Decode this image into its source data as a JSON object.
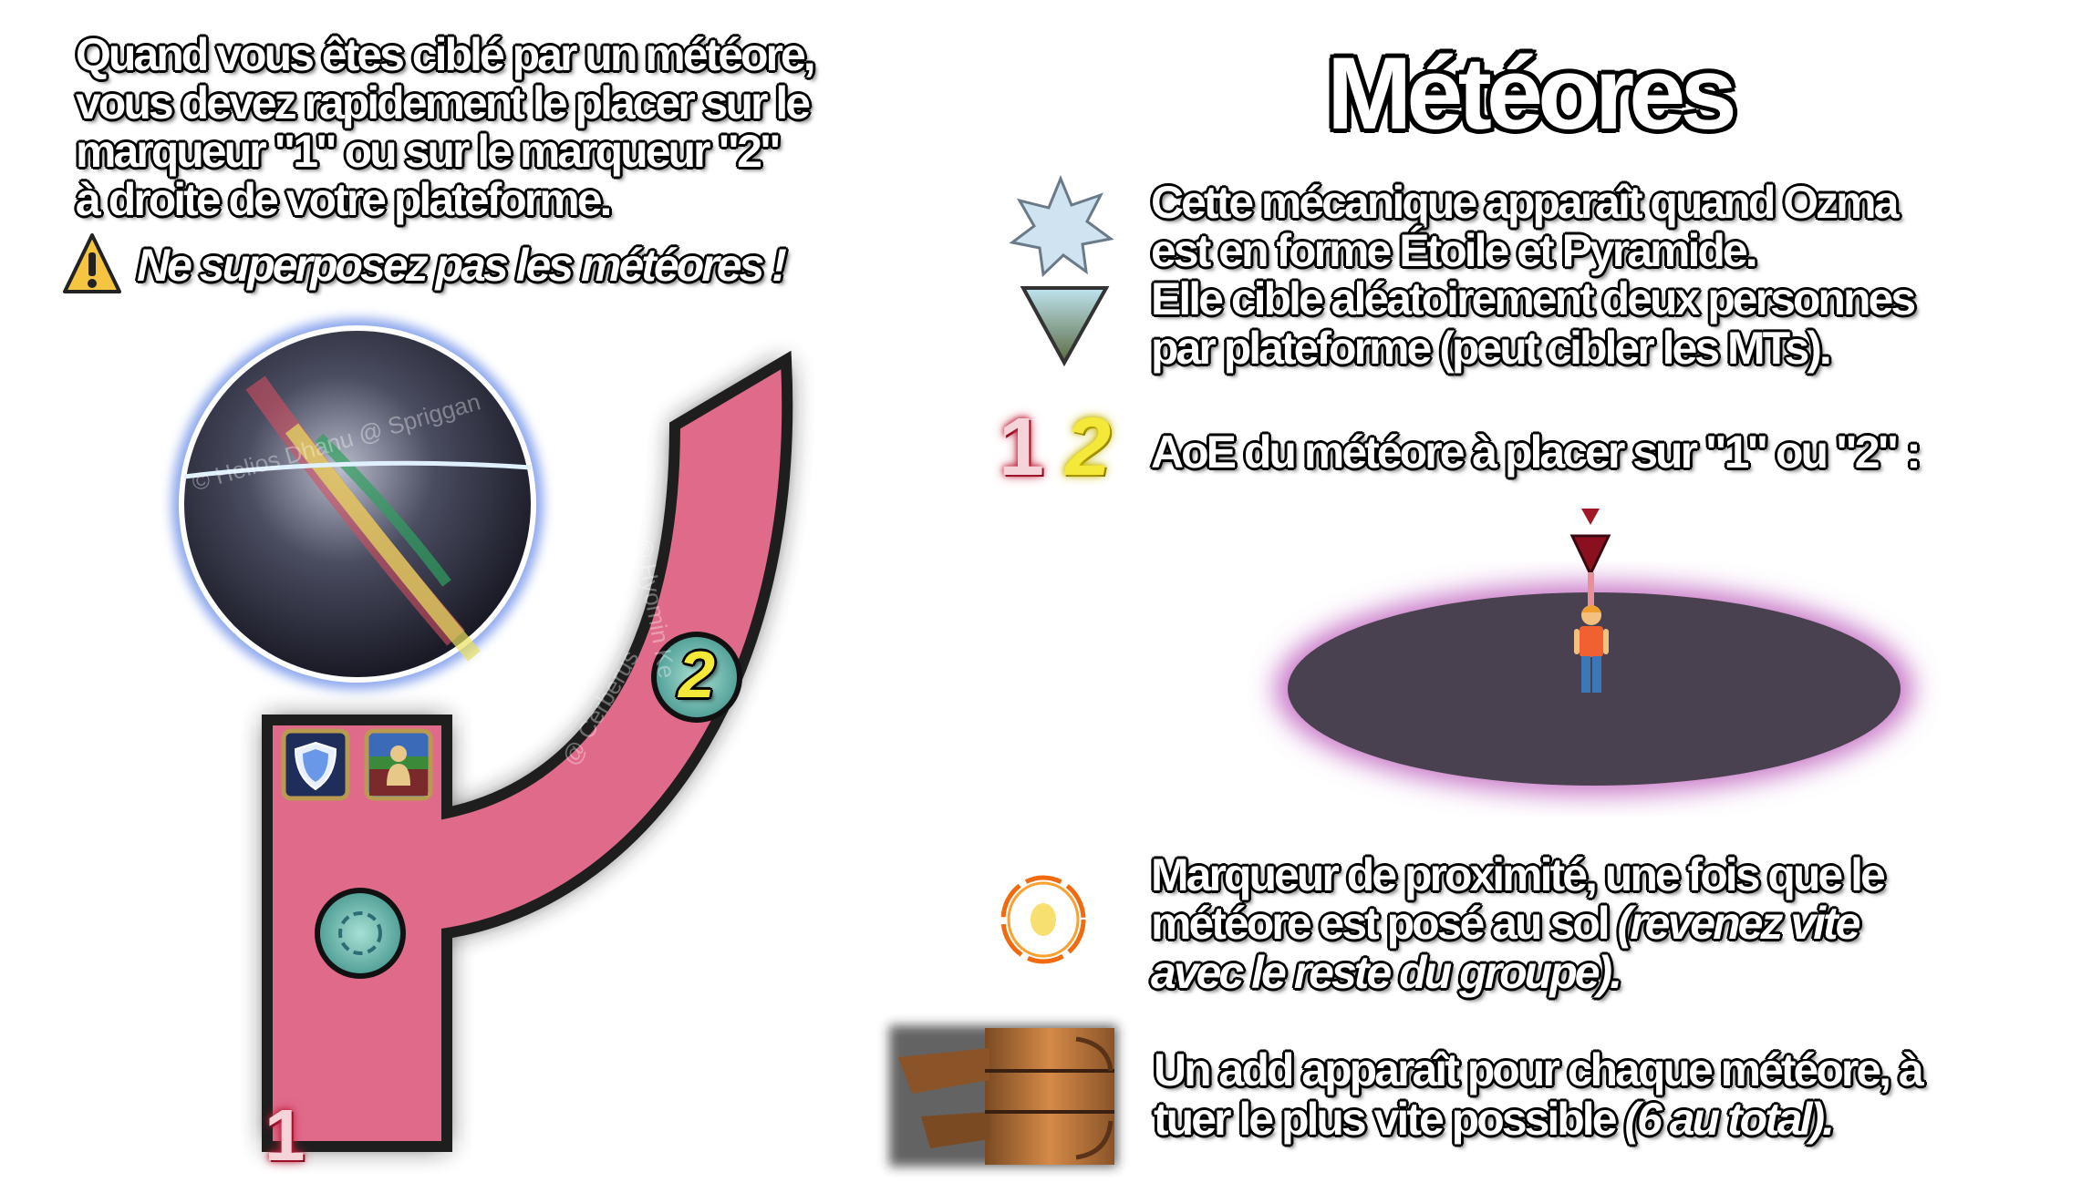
{
  "title": "Météores",
  "intro": {
    "lines": [
      "Quand vous êtes ciblé par un météore,",
      "vous devez rapidement le placer sur le",
      "marqueur \"1\" ou sur le marqueur \"2\"",
      "à droite de votre plateforme."
    ],
    "warning": "Ne superposez pas les météores !",
    "warning_icon": "warning-triangle-icon"
  },
  "mechanic": {
    "lines": [
      "Cette mécanique apparaît quand Ozma",
      "est en forme Étoile et Pyramide.",
      "Elle cible aléatoirement deux personnes",
      "par plateforme (peut cibler les MTs)."
    ],
    "icons": [
      "ozma-star-form-icon",
      "ozma-pyramid-form-icon"
    ]
  },
  "aoe": {
    "text": "AoE du météore à placer sur \"1\" ou \"2\" :",
    "marker_1": "1",
    "marker_2": "2"
  },
  "proximity": {
    "line1": "Marqueur de proximité, une fois que le",
    "line2_normal": "météore est posé au sol ",
    "line2_italic": "(revenez vite",
    "line3_italic": "avec le reste du groupe)."
  },
  "add": {
    "line1": "Un add apparaît pour chaque météore, à",
    "line2_normal": "tuer le plus vite possible ",
    "line2_italic": "(6 au total)."
  },
  "map": {
    "marker_1": "1",
    "marker_2": "2",
    "watermark_sphere": "© Helios Dhanu @ Spriggan",
    "watermark_platform_a": "© Hyomin Ke",
    "watermark_platform_b": "@ Cerberus",
    "roles": [
      "tank-role-icon",
      "dps-role-icon"
    ]
  },
  "colors": {
    "platform": "#e06a8a",
    "aoe_fill": "#4a4150",
    "aoe_glow": "#c878c8",
    "marker_1": "#c0203a",
    "marker_2": "#f4e838",
    "warning": "#f5c542"
  }
}
